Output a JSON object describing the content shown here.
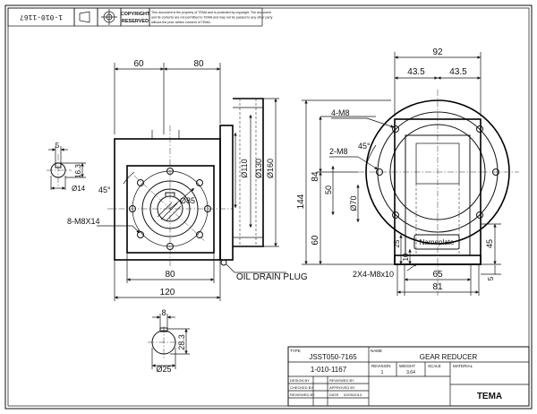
{
  "header": {
    "drawing_code_mirrored": "1-010-1167",
    "copyright_title": "COPYRIGHT",
    "copyright_reserved": "RESERVED",
    "notice_line1": "This document is the property of TEMA and is protected by copyright. The document",
    "notice_line2": "and its contents are not permitted to TEMA and may not be passed to any other party",
    "notice_line3": "without the prior written consent of TEMA."
  },
  "dims": {
    "front": {
      "w_left_60": "60",
      "w_right_80": "80",
      "phi110": "Ø110",
      "phi130": "Ø130",
      "phi160": "Ø160",
      "phi85": "Ø85",
      "angle45": "45°",
      "holes": "8-M8X14",
      "w_80": "80",
      "w_120": "120",
      "drain": "OIL DRAIN PLUG"
    },
    "shaft": {
      "key5": "5",
      "h16": "16.3",
      "phi14": "Ø14"
    },
    "side": {
      "w92": "92",
      "w43a": "43.5",
      "w43b": "43.5",
      "m8": "4-M8",
      "m8b": "2-M8",
      "angle45": "45°",
      "h84": "84",
      "h50": "50",
      "phi70": "Ø70",
      "h144": "144",
      "h60": "60",
      "h25": "25",
      "h10": "10",
      "h45": "45",
      "h5": "5",
      "nameplate": "Nameplate",
      "foot_holes": "2X4-M8x10",
      "w65": "65",
      "w81": "81"
    },
    "bore": {
      "key8": "8",
      "h283": "28.3",
      "phi25": "Ø25"
    }
  },
  "title_block": {
    "type_label": "TYPE",
    "type_value": "JSST050-7165",
    "name_label": "NAME",
    "name_value": "GEAR REDUCER",
    "code_value": "1-010-1167",
    "revision_label": "REVISION",
    "revision_value": "1",
    "weight_label": "WEIGHT",
    "weight_value": "3.64",
    "scale_label": "SCALE",
    "material_label": "MATERIAL",
    "design_by": "DESIGN BY",
    "checked_by": "CHECKED BY",
    "reviewed_by": "REVIEWED BY",
    "reviewed_by2": "REVIEWED BY",
    "approved_by": "APPROVED BY",
    "date_label": "DATE",
    "date_value": "02/09/2013",
    "brand": "TEMA"
  }
}
